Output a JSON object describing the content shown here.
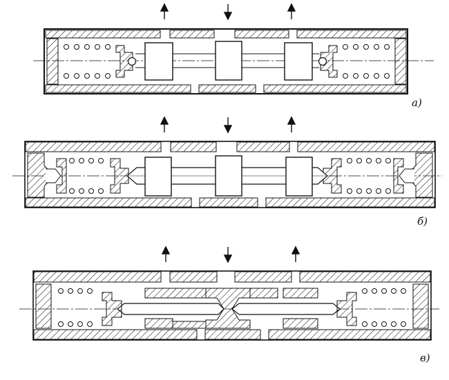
{
  "figure": {
    "ink": "#111111",
    "panels": [
      {
        "id": "a",
        "label": "а)"
      },
      {
        "id": "b",
        "label": "б)"
      },
      {
        "id": "c",
        "label": "в)"
      }
    ]
  }
}
